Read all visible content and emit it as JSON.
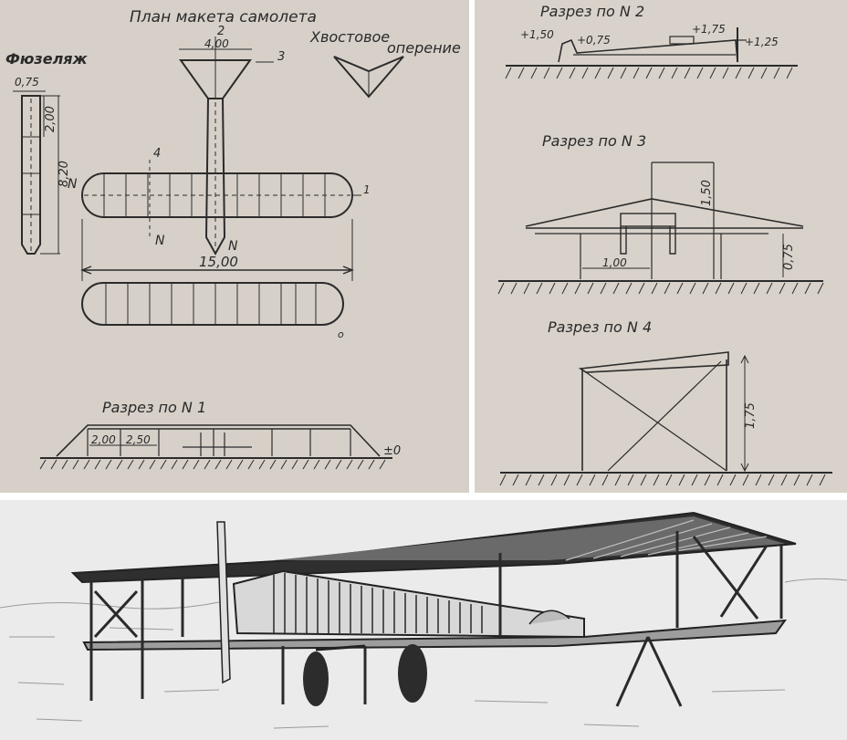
{
  "colors": {
    "paper": "#d6d0c8",
    "ink": "#2b2b2b",
    "photo_bg": "#ebebeb"
  },
  "plan_panel": {
    "title": "План макета самолета",
    "fuselage_label": "Фюзеляж",
    "tail_label_line1": "Хвостовое",
    "tail_label_line2": "оперение",
    "dim_fuselage_width": "0,75",
    "dim_fuselage_200": "2,00",
    "dim_fuselage_820": "8,20",
    "dim_tail_width": "4,00",
    "dim_span": "15,00",
    "marker_1": "1",
    "marker_2": "2",
    "marker_3": "3",
    "marker_4": "4",
    "marker_N": "N",
    "marker_o": "o",
    "section1_title": "Разрез по N 1",
    "section1_dim_a": "2,00",
    "section1_dim_b": "2,50",
    "section1_zero": "±0"
  },
  "sections_panel": {
    "section2_title": "Разрез по N 2",
    "s2_h1": "+1,50",
    "s2_h2": "+0,75",
    "s2_h3": "+1,75",
    "s2_h4": "+1,25",
    "section3_title": "Разрез по N 3",
    "s3_h1": "1,50",
    "s3_h2": "0,75",
    "s3_w": "1,00",
    "section4_title": "Разрез по N 4",
    "s4_h": "1,75"
  }
}
